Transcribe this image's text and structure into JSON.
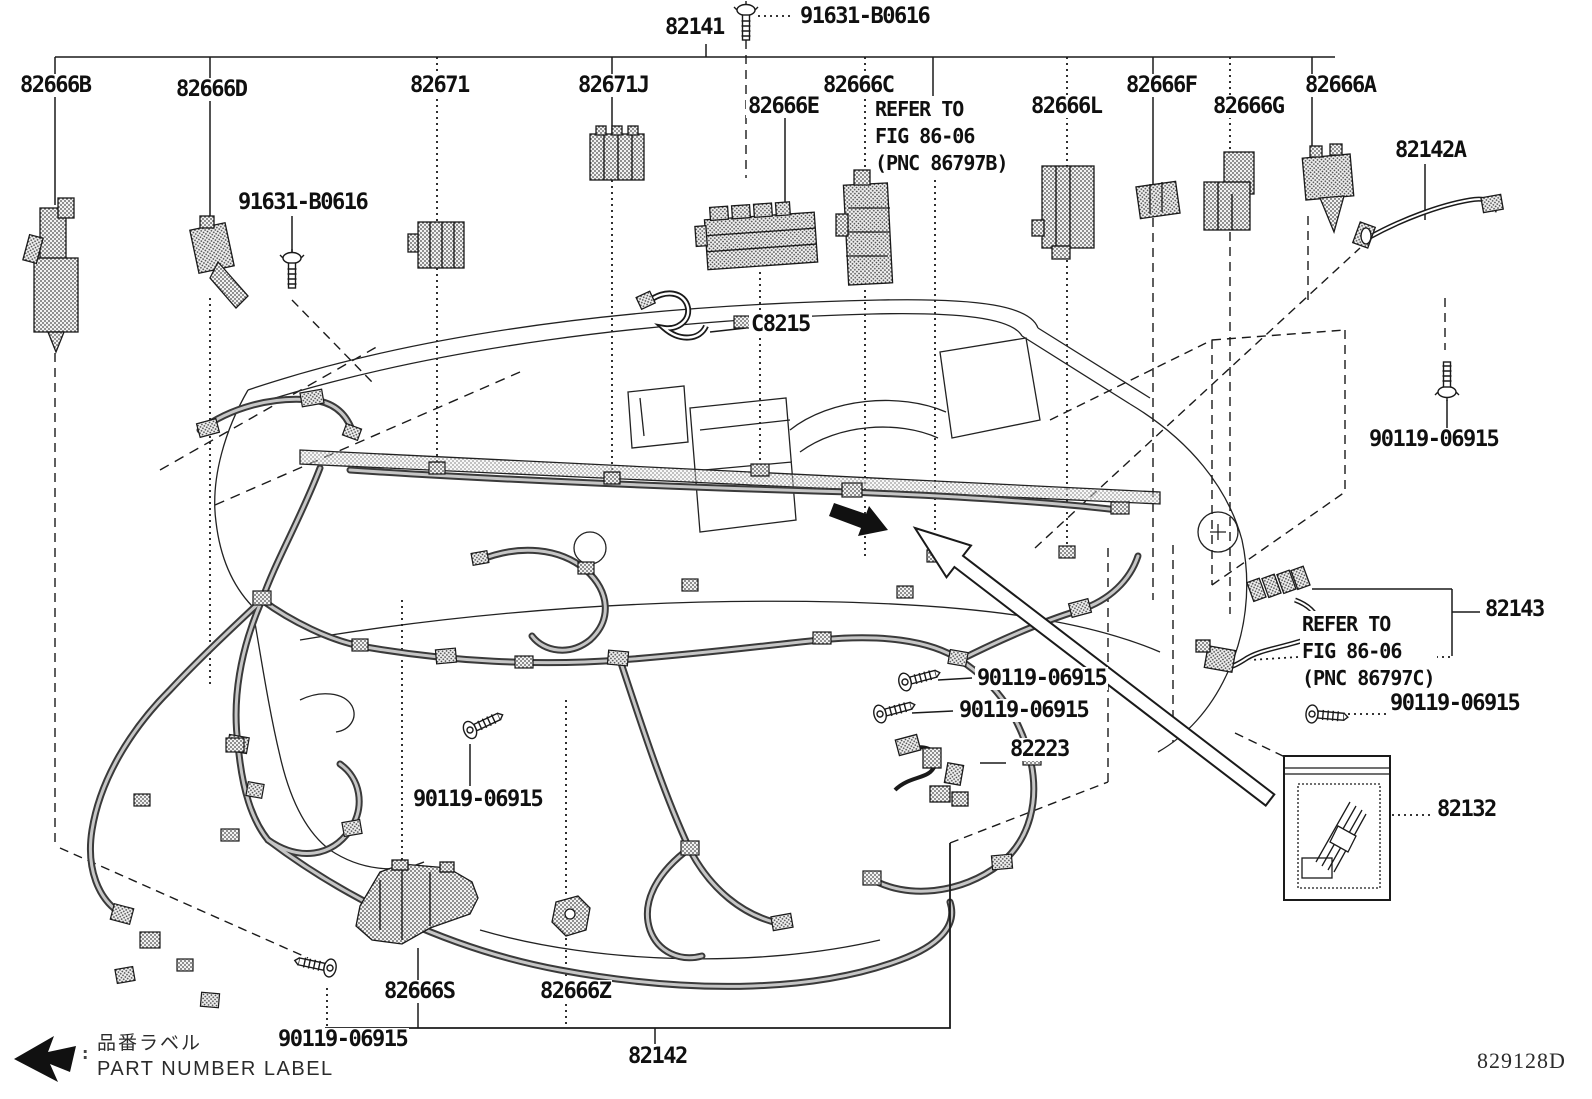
{
  "page": {
    "background": "#ffffff",
    "ink": "#1a1a1a"
  },
  "callouts": [
    {
      "id": "82141",
      "text": "82141"
    },
    {
      "id": "91631-B0616-top",
      "text": "91631-B0616"
    },
    {
      "id": "82666B",
      "text": "82666B"
    },
    {
      "id": "82666D",
      "text": "82666D"
    },
    {
      "id": "82671",
      "text": "82671"
    },
    {
      "id": "82671J",
      "text": "82671J"
    },
    {
      "id": "82666E",
      "text": "82666E"
    },
    {
      "id": "82666C",
      "text": "82666C"
    },
    {
      "id": "82666L",
      "text": "82666L"
    },
    {
      "id": "82666F",
      "text": "82666F"
    },
    {
      "id": "82666G",
      "text": "82666G"
    },
    {
      "id": "82666A",
      "text": "82666A"
    },
    {
      "id": "82142A",
      "text": "82142A"
    },
    {
      "id": "91631-B0616-left",
      "text": "91631-B0616"
    },
    {
      "id": "C8215",
      "text": "C8215"
    },
    {
      "id": "90119-06915-right-upper",
      "text": "90119-06915"
    },
    {
      "id": "82143",
      "text": "82143"
    },
    {
      "id": "90119-06915-mid-1",
      "text": "90119-06915"
    },
    {
      "id": "90119-06915-mid-2",
      "text": "90119-06915"
    },
    {
      "id": "82223",
      "text": "82223"
    },
    {
      "id": "90119-06915-right-lower",
      "text": "90119-06915"
    },
    {
      "id": "82132",
      "text": "82132"
    },
    {
      "id": "90119-06915-left-mid",
      "text": "90119-06915"
    },
    {
      "id": "82666S",
      "text": "82666S"
    },
    {
      "id": "82666Z",
      "text": "82666Z"
    },
    {
      "id": "90119-06915-bottom-left",
      "text": "90119-06915"
    },
    {
      "id": "82142",
      "text": "82142"
    }
  ],
  "notes": [
    {
      "id": "refer-fig-86-06-b",
      "lines": [
        "REFER TO",
        "FIG 86-06",
        "(PNC 86797B)"
      ]
    },
    {
      "id": "refer-fig-86-06-c",
      "lines": [
        "REFER TO",
        "FIG 86-06",
        "(PNC 86797C)"
      ]
    }
  ],
  "footer": {
    "separator": ":",
    "label_jp": "品番ラベル",
    "label_en": "PART NUMBER LABEL",
    "drawing_code": "829128D"
  }
}
